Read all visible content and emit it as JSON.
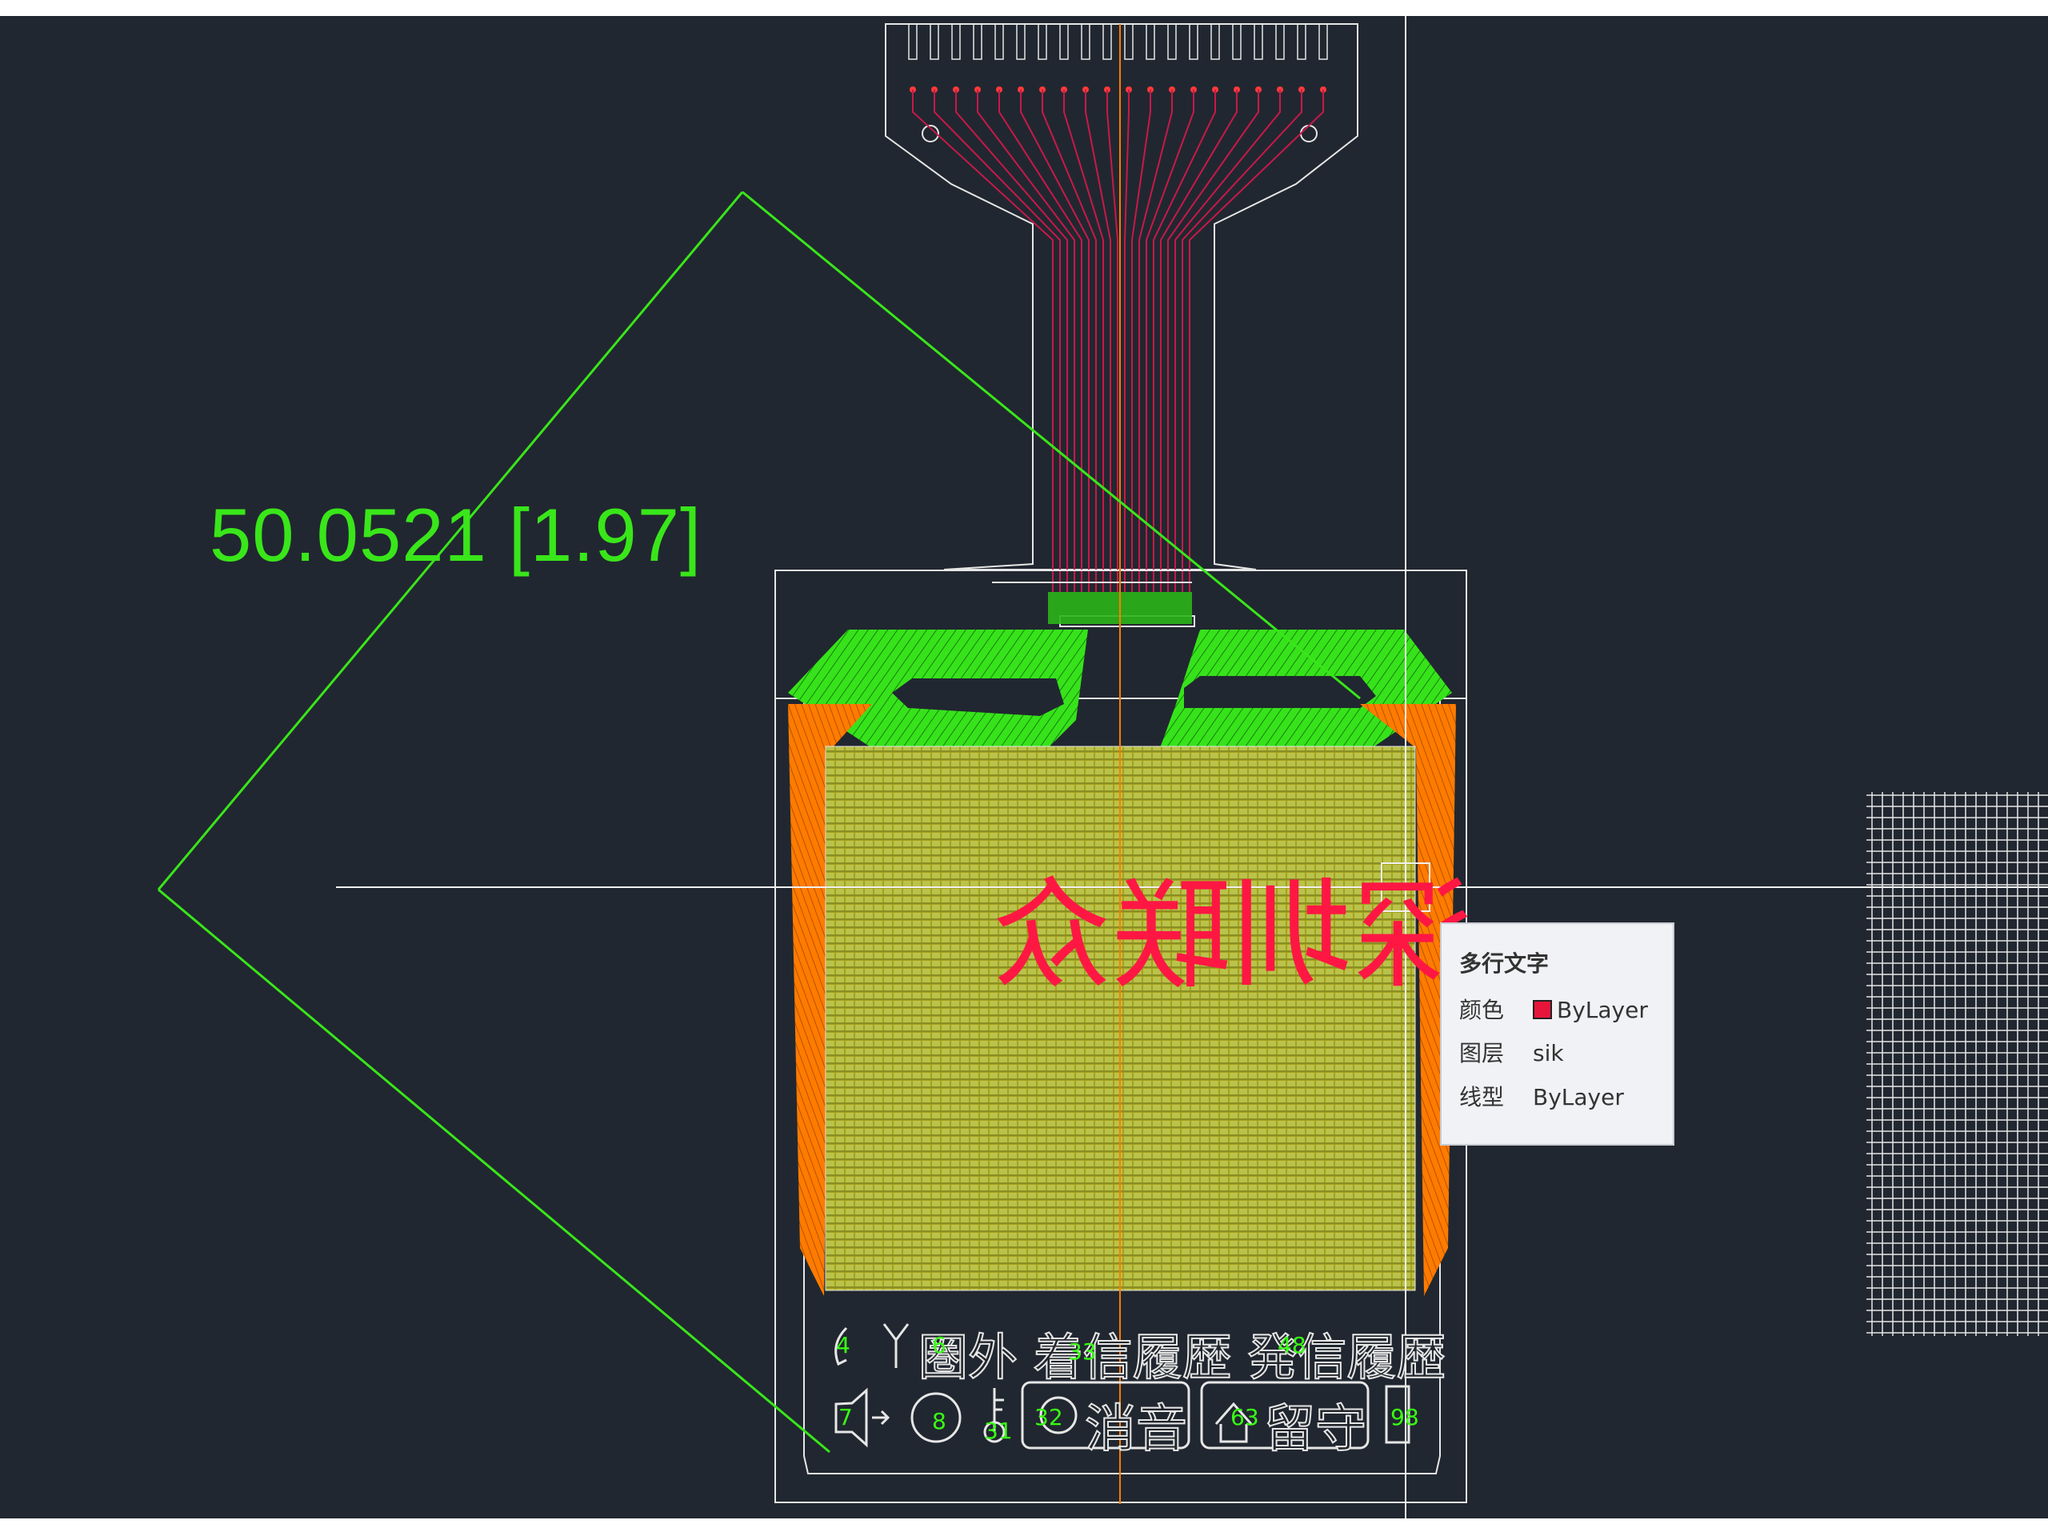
{
  "drawing": {
    "dimension_label": "50.0521 [1.97]",
    "mirrored_text": "深圳联众",
    "status_row1": "圏外 着信履歴 発信履歴",
    "status_row2_mute": "消音",
    "status_row2_away": "留守",
    "pin_numbers": [
      "4",
      "6",
      "33",
      "48",
      "7",
      "8",
      "31",
      "32",
      "63",
      "98"
    ]
  },
  "tooltip": {
    "title": "多行文字",
    "rows": [
      {
        "key": "颜色",
        "value": "ByLayer",
        "swatch": "#e8153a"
      },
      {
        "key": "图层",
        "value": "sik"
      },
      {
        "key": "线型",
        "value": "ByLayer"
      }
    ]
  },
  "colors": {
    "background": "#212730",
    "green": "#39ff14",
    "red": "#e8153a",
    "orange": "#ff7b00",
    "white": "#e6e6e6",
    "trace": "#c8194a"
  }
}
